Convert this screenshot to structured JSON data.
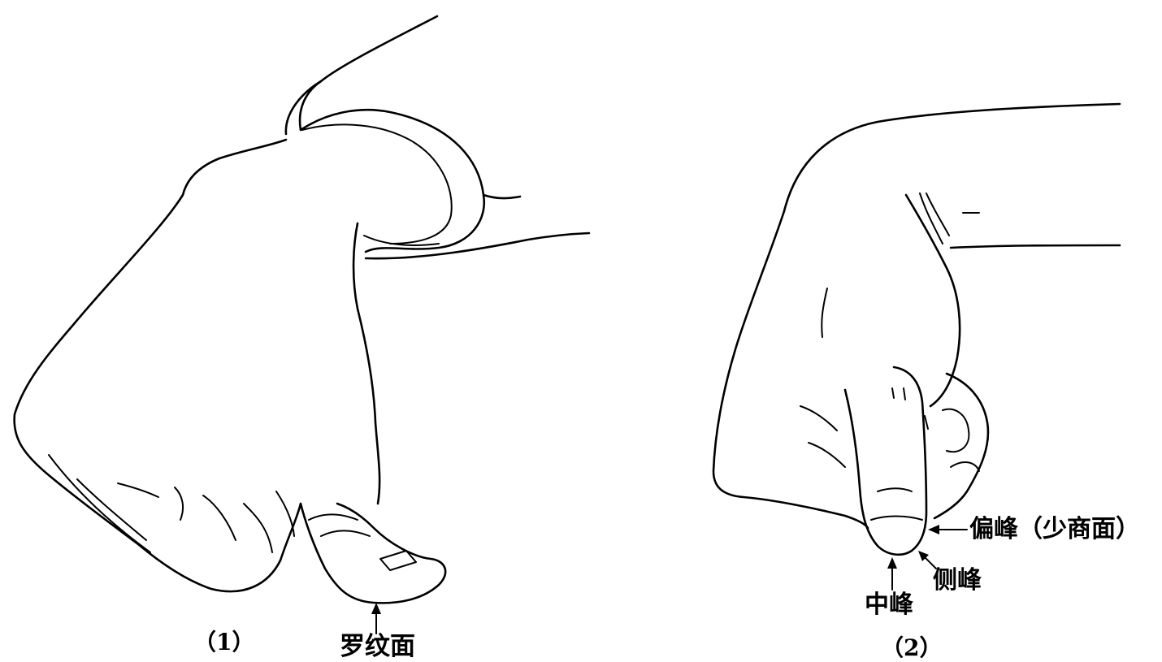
{
  "figure_1": {
    "caption": "（1）",
    "labels": {
      "whorl_surface": "罗纹面"
    }
  },
  "figure_2": {
    "caption": "（2）",
    "labels": {
      "side_tip": "偏峰（少商面）",
      "lateral_tip": "侧峰",
      "middle_tip": "中峰"
    }
  }
}
